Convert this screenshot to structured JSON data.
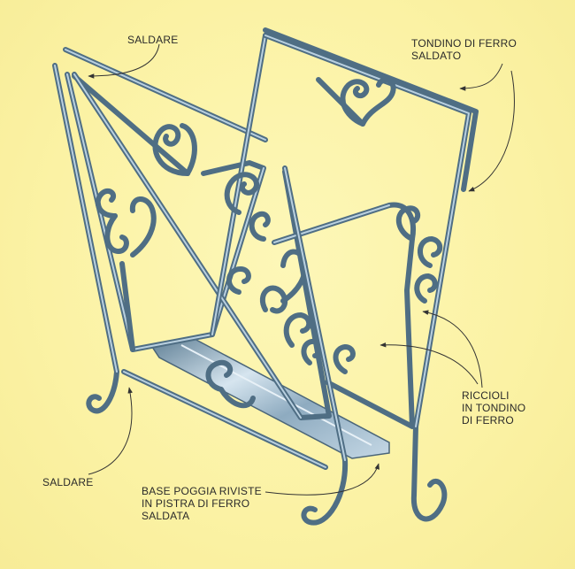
{
  "labels": {
    "saldare_top": "SALDARE",
    "tondino": [
      "TONDINO DI FERRO",
      "SALDATO"
    ],
    "riccioli": [
      "RICCIOLI",
      "IN  TONDINO",
      "DI FERRO"
    ],
    "saldare_bottom": "SALDARE",
    "base": [
      "BASE POGGIA RIVISTE",
      "IN PISTRA DI FERRO",
      "SALDATA"
    ]
  },
  "colors": {
    "background": "#fbf3a8",
    "rod": "#4f6e84",
    "rod_highlight": "#b9d0e0",
    "plate": "#8aa9bf"
  }
}
